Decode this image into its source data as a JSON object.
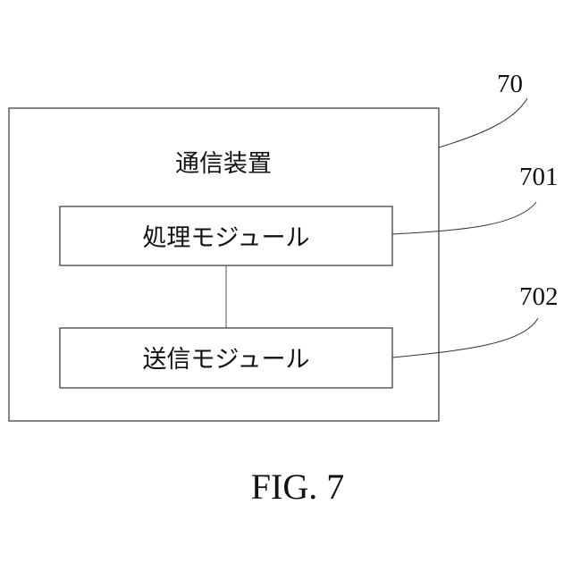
{
  "figure": {
    "caption": "FIG. 7"
  },
  "outer_box": {
    "label": "通信装置",
    "ref": "70"
  },
  "modules": [
    {
      "label": "処理モジュール",
      "ref": "701"
    },
    {
      "label": "送信モジュール",
      "ref": "702"
    }
  ]
}
